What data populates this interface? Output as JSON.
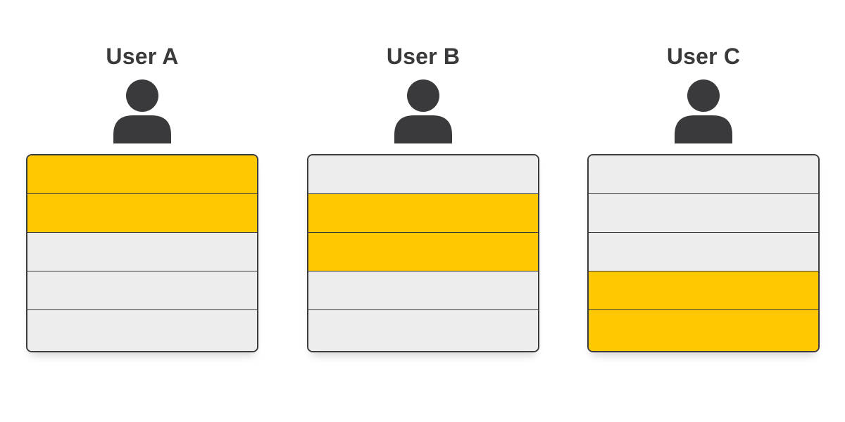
{
  "colors": {
    "highlight": "#FFC800",
    "neutral": "#EDEDEE",
    "outline": "#3C3C3E",
    "icon": "#3A3A3C"
  },
  "users": [
    {
      "label": "User A",
      "icon": "person-icon",
      "rows": [
        true,
        true,
        false,
        false,
        false
      ]
    },
    {
      "label": "User B",
      "icon": "person-icon",
      "rows": [
        false,
        true,
        true,
        false,
        false
      ]
    },
    {
      "label": "User C",
      "icon": "person-icon",
      "rows": [
        false,
        false,
        false,
        true,
        true
      ]
    }
  ]
}
